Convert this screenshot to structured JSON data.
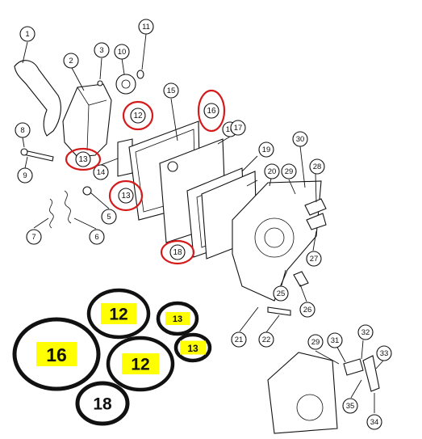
{
  "callouts": [
    "1",
    "2",
    "3",
    "10",
    "11",
    "8",
    "9",
    "14",
    "15",
    "16",
    "17",
    "19",
    "30",
    "20",
    "29",
    "28",
    "5",
    "6",
    "7",
    "27",
    "25",
    "26",
    "21",
    "22",
    "29",
    "31",
    "32",
    "33",
    "35",
    "34"
  ],
  "highlighted_callouts": [
    "12",
    "13",
    "13",
    "16",
    "18"
  ],
  "o_ring_legend": [
    "12",
    "13",
    "16",
    "12",
    "13",
    "18"
  ],
  "colors": {
    "highlight": "#d41a1a",
    "label_fill": "#ffff00",
    "line": "#111111",
    "faded_ring": "#e3e3e3"
  }
}
